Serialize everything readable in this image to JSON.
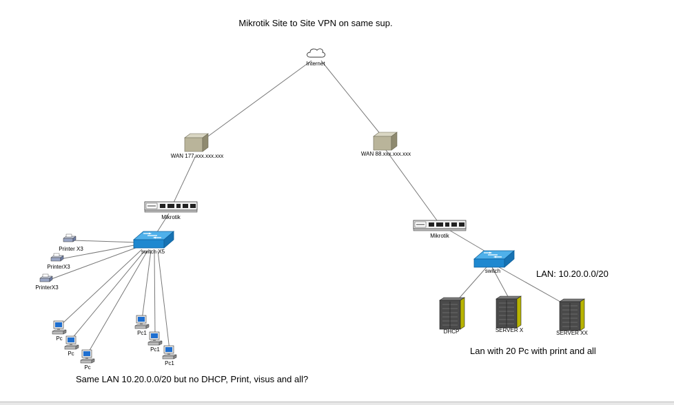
{
  "title": "Mikrotik Site to Site VPN on same sup.",
  "internet_label": "Internet",
  "left_site": {
    "wan_label": "WAN 177.xxx.xxx.xxx",
    "router_label": "Mikrotik",
    "switch_label": "switch X5",
    "printers": [
      "Printer X3",
      "PrinterX3",
      "PrinterX3"
    ],
    "pcs": [
      "Pc",
      "Pc",
      "Pc"
    ],
    "pc1s": [
      "Pc1",
      "Pc1",
      "Pc1"
    ],
    "note": "Same LAN 10.20.0.0/20 but no DHCP, Print, visus and all?"
  },
  "right_site": {
    "wan_label": "WAN 88.xxx.xxx.xxx",
    "router_label": "Mikrotik",
    "switch_label": "switch",
    "lan_label": "LAN: 10.20.0.0/20",
    "servers": [
      "DHCP",
      "SERVER X",
      "SERVER XX"
    ],
    "note": "Lan with 20 Pc with print and all"
  },
  "colors": {
    "switch": "#1e88d0",
    "firewall": "#b9b49a",
    "server": "#4a4a4a",
    "server_side": "#b8b400",
    "link": "#777777"
  }
}
